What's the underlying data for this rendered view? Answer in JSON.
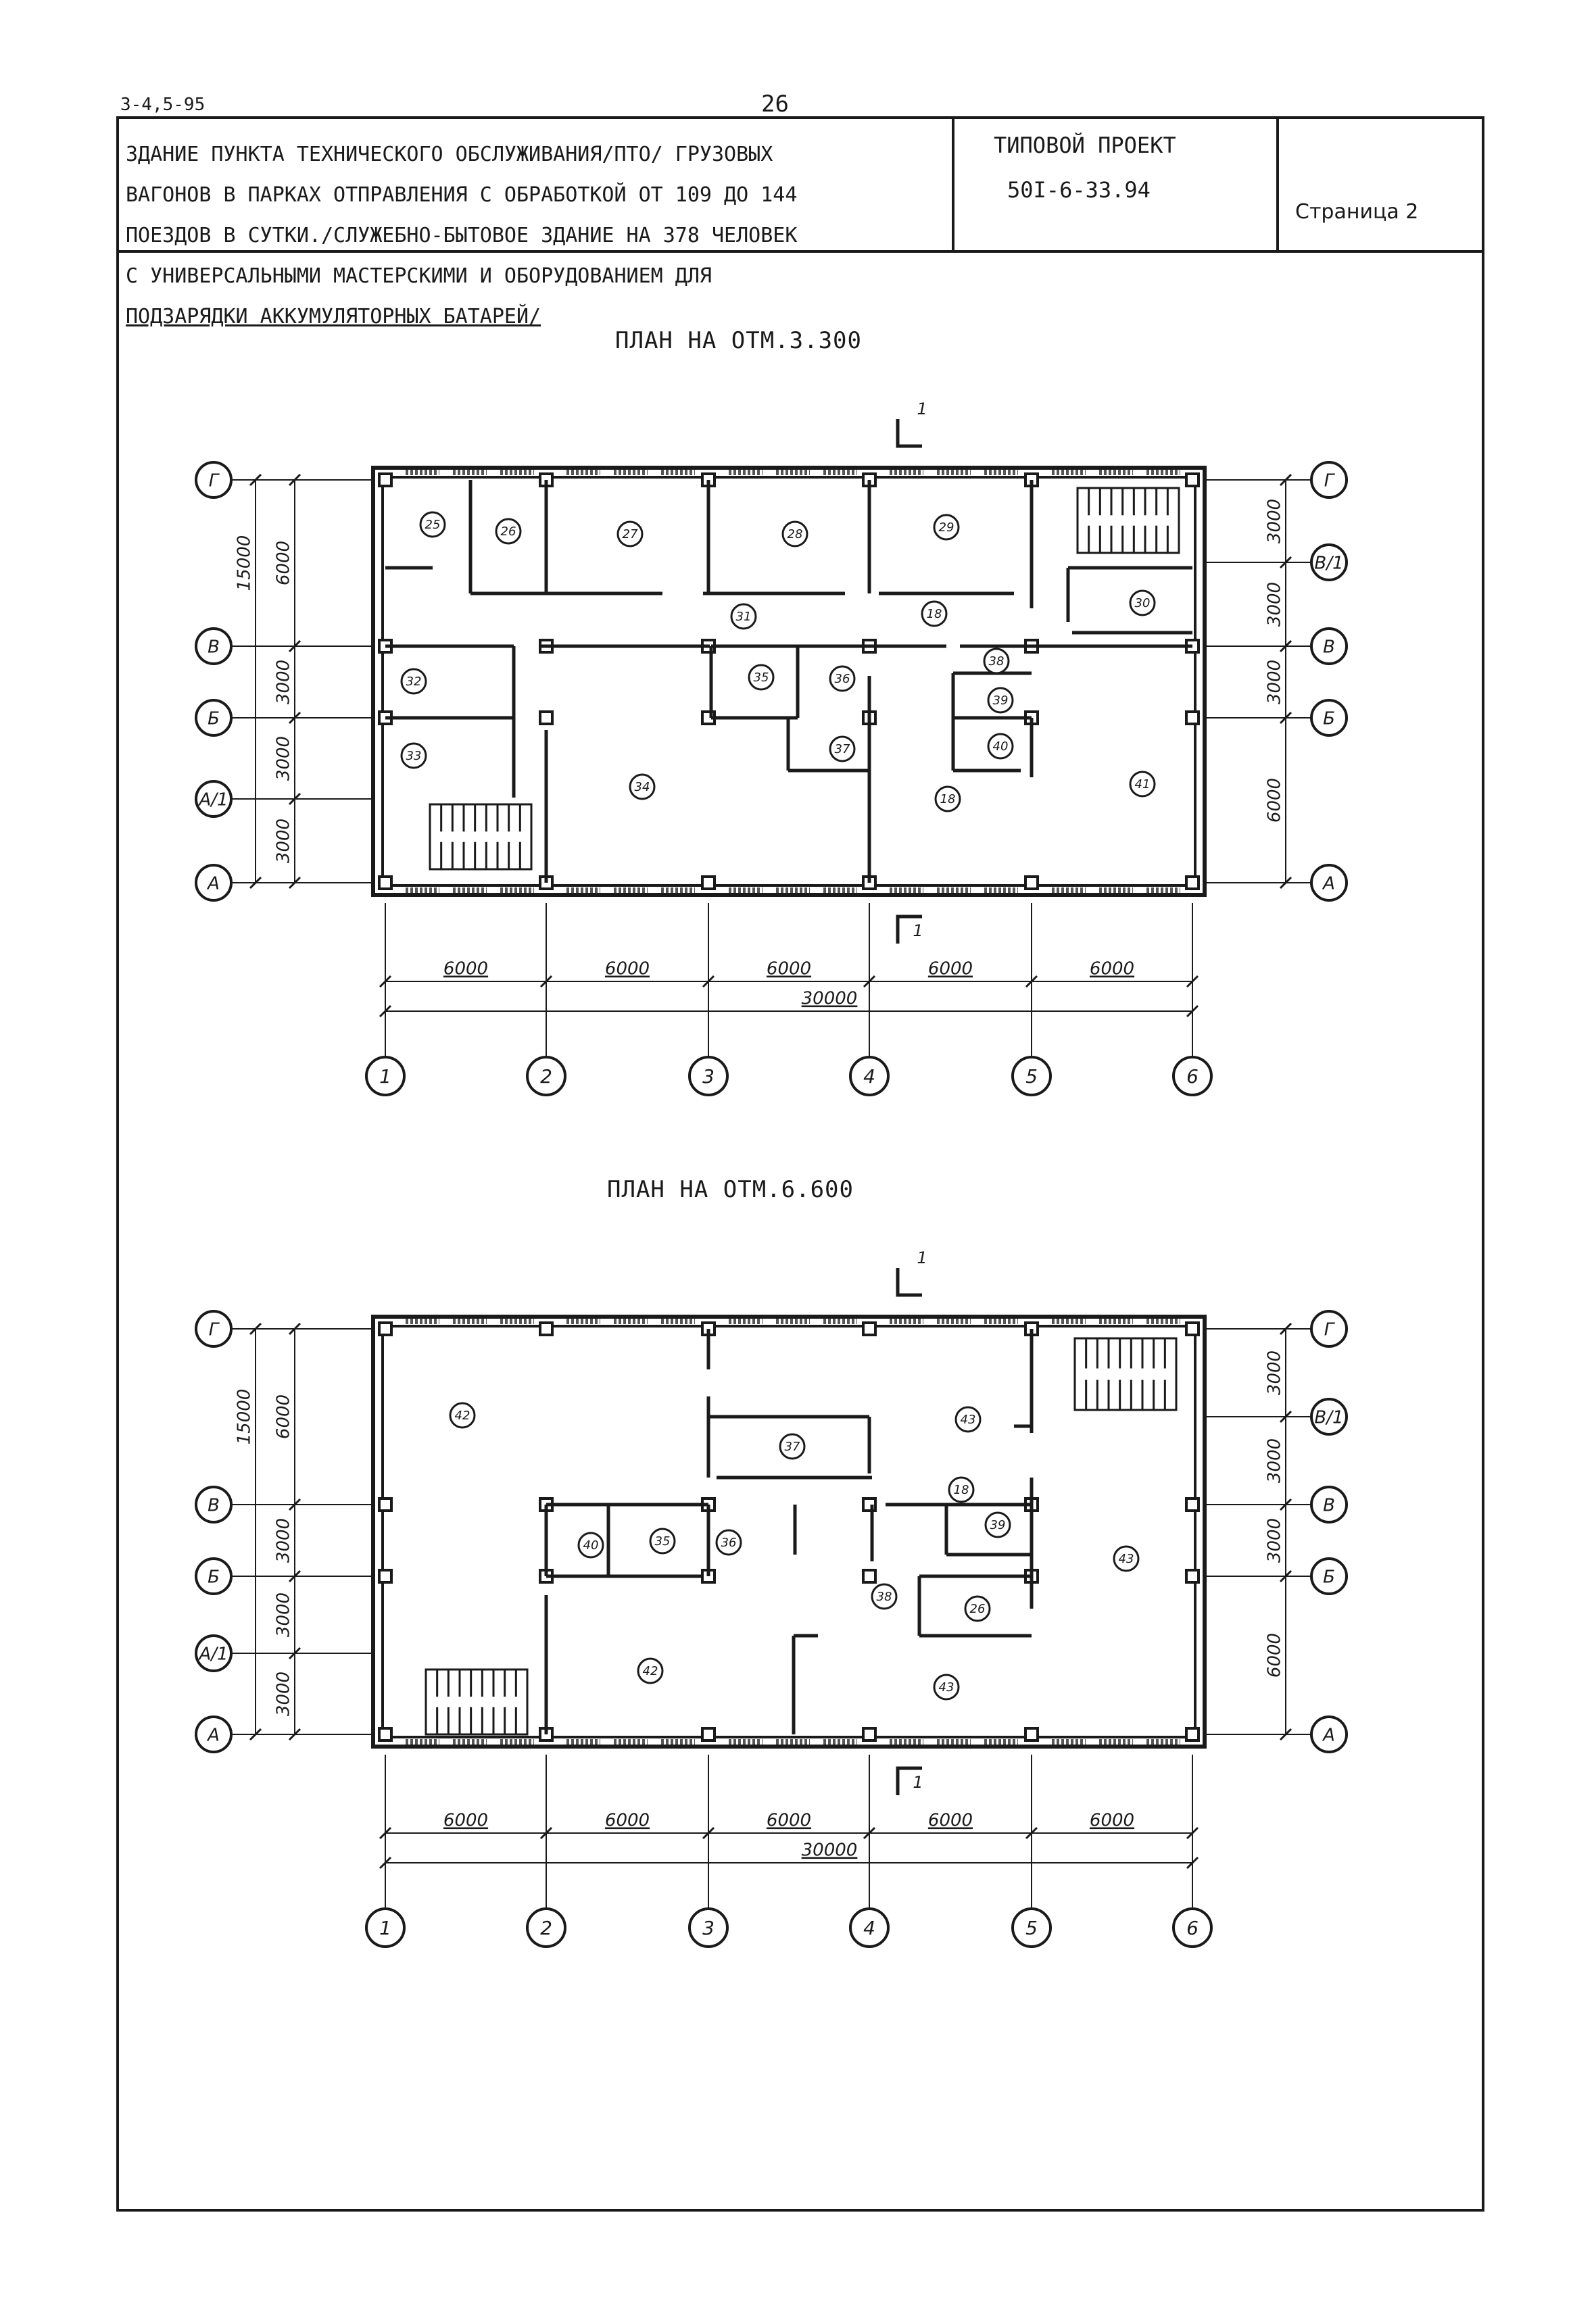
{
  "doc_code": "3-4,5-95",
  "page_number": "26",
  "title_lines": [
    "ЗДАНИЕ ПУНКТА ТЕХНИЧЕСКОГО ОБСЛУЖИВАНИЯ/ПТО/ ГРУЗОВЫХ",
    "ВАГОНОВ В ПАРКАХ ОТПРАВЛЕНИЯ С ОБРАБОТКОЙ ОТ 109 ДО 144",
    "ПОЕЗДОВ В СУТКИ./СЛУЖЕБНО-БЫТОВОЕ ЗДАНИЕ НА 378 ЧЕЛОВЕК",
    "С УНИВЕРСАЛЬНЫМИ МАСТЕРСКИМИ И ОБОРУДОВАНИЕМ ДЛЯ",
    "ПОДЗАРЯДКИ АККУМУЛЯТОРНЫХ БАТАРЕЙ/"
  ],
  "project_label": "ТИПОВОЙ ПРОЕКТ",
  "project_code": "50I-6-33.94",
  "page_label": "Страница 2",
  "plans": [
    {
      "title": "ПЛАН НА ОТМ.3.300",
      "rooms": [
        "25",
        "26",
        "27",
        "28",
        "29",
        "30",
        "31",
        "32",
        "33",
        "34",
        "35",
        "36",
        "37",
        "38",
        "39",
        "40",
        "41",
        "18",
        "18"
      ]
    },
    {
      "title": "ПЛАН НА ОТМ.6.600",
      "rooms": [
        "42",
        "37",
        "43",
        "18",
        "40",
        "35",
        "36",
        "39",
        "43",
        "38",
        "26",
        "42",
        "43"
      ]
    }
  ],
  "row_axes": [
    "Г",
    "В/1",
    "В",
    "Б",
    "А/1",
    "А"
  ],
  "col_axes": [
    "1",
    "2",
    "3",
    "4",
    "5",
    "6"
  ],
  "bay_dims": [
    "6000",
    "6000",
    "6000",
    "6000",
    "6000"
  ],
  "total_dim": "30000",
  "left_dims": [
    "6000",
    "3000",
    "3000",
    "3000"
  ],
  "left_total": "15000",
  "right_dims_1": [
    "3000",
    "3000",
    "3000",
    "6000"
  ],
  "right_dims_2": [
    "3000",
    "3000",
    "3000",
    "6000"
  ],
  "section_mark": "1"
}
